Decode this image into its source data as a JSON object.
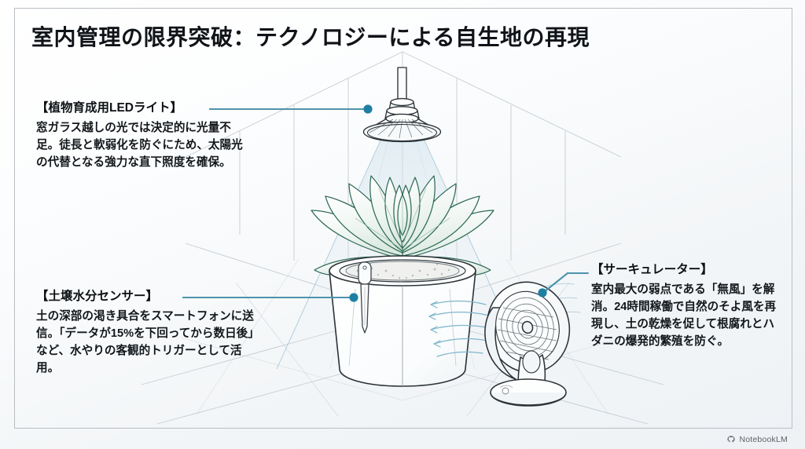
{
  "slide": {
    "title": "室内管理の限界突破：テクノロジーによる自生地の再現",
    "background_color": "#f2f5f7",
    "accent_color": "#3f87a6",
    "plant_color": "#2f6b56",
    "line_color": "#2b3338"
  },
  "callouts": [
    {
      "id": "led",
      "heading": "【植物育成用LEDライト】",
      "body": "窓ガラス越しの光では決定的に光量不足。徒長と軟弱化を防ぐにため、太陽光の代替となる強力な直下照度を確保。",
      "connector": "horizontal-right",
      "target": "led-lamp"
    },
    {
      "id": "sensor",
      "heading": "【土壌水分センサー】",
      "body": "土の深部の渇き具合をスマートフォンに送信。「データが15%を下回ってから数日後」など、水やりの客観的トリガーとして活用。",
      "connector": "horizontal-right",
      "target": "soil-moisture-probe"
    },
    {
      "id": "fan",
      "heading": "【サーキュレーター】",
      "body": "室内最大の弱点である「無風」を解消。24時間稼働で自然のそよ風を再現し、土の乾燥を促して根腐れとハダニの爆発的繁殖を防ぐ。",
      "connector": "elbow-left",
      "target": "circulator-fan"
    }
  ],
  "scene": {
    "objects": [
      {
        "name": "grow-light",
        "label": "植物育成用LEDライト"
      },
      {
        "name": "succulent-plant",
        "label": "多肉植物"
      },
      {
        "name": "square-planter-pot",
        "label": "鉢"
      },
      {
        "name": "soil-moisture-sensor-probe",
        "label": "土壌水分センサー"
      },
      {
        "name": "circulator-fan",
        "label": "サーキュレーター"
      },
      {
        "name": "light-cone",
        "label": "光の照射範囲"
      },
      {
        "name": "airflow-lines",
        "label": "気流"
      },
      {
        "name": "room-corner",
        "label": "室内の壁と床"
      }
    ]
  },
  "brand": {
    "name": "NotebookLM",
    "icon": "notebooklm-logo-icon"
  }
}
